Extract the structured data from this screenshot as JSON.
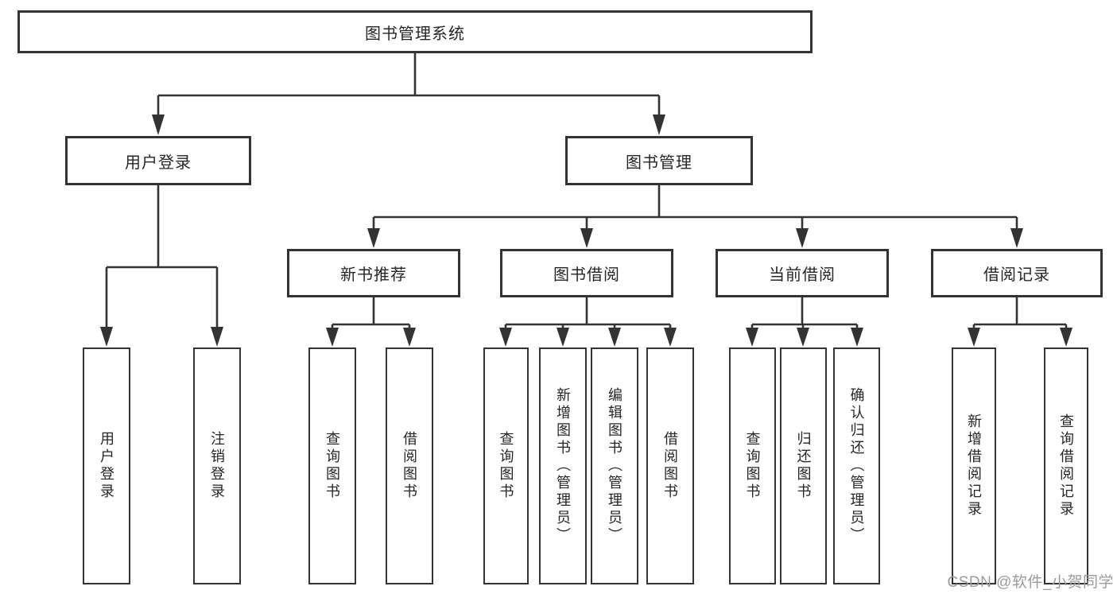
{
  "root": {
    "label": "图书管理系统"
  },
  "level2": [
    {
      "label": "用户登录"
    },
    {
      "label": "图书管理"
    }
  ],
  "level3": [
    {
      "label": "新书推荐",
      "parent": "图书管理"
    },
    {
      "label": "图书借阅",
      "parent": "图书管理"
    },
    {
      "label": "当前借阅",
      "parent": "图书管理"
    },
    {
      "label": "借阅记录",
      "parent": "图书管理"
    }
  ],
  "leaves": [
    {
      "label": "用户登录",
      "parent": "用户登录"
    },
    {
      "label": "注销登录",
      "parent": "用户登录"
    },
    {
      "label": "查询图书",
      "parent": "新书推荐"
    },
    {
      "label": "借阅图书",
      "parent": "新书推荐"
    },
    {
      "label": "查询图书",
      "parent": "图书借阅"
    },
    {
      "label": "新增图书（管理员）",
      "parent": "图书借阅"
    },
    {
      "label": "编辑图书（管理员）",
      "parent": "图书借阅"
    },
    {
      "label": "借阅图书",
      "parent": "图书借阅"
    },
    {
      "label": "查询图书",
      "parent": "当前借阅"
    },
    {
      "label": "归还图书",
      "parent": "当前借阅"
    },
    {
      "label": "确认归还（管理员）",
      "parent": "当前借阅"
    },
    {
      "label": "新增借阅记录",
      "parent": "借阅记录"
    },
    {
      "label": "查询借阅记录",
      "parent": "借阅记录"
    }
  ],
  "watermark": "CSDN @软件_小贺同学",
  "colors": {
    "line": "#333333",
    "box_border": "#333333",
    "text": "#262626",
    "watermark": "#9b9b9b",
    "background": "#ffffff"
  }
}
